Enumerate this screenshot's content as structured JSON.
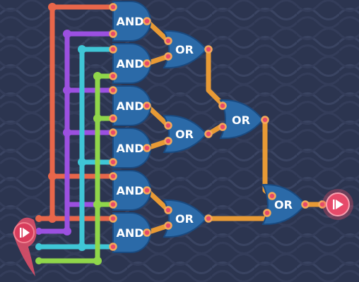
{
  "colors": {
    "background": "#2c3550",
    "pattern": "#3a4462",
    "gate_fill": "#2b6aa8",
    "gate_stroke": "#1a4a80",
    "wire_orange": "#e89a35",
    "wire_red": "#e8664a",
    "wire_purple": "#9b50e0",
    "wire_cyan": "#3fc6d6",
    "wire_green": "#8fd64a",
    "pin": "#e64a6a",
    "pin_outline": "#f3a85a",
    "output_node": "#e8506a"
  },
  "gates": [
    {
      "name": "and-gate-1",
      "label": "AND"
    },
    {
      "name": "and-gate-2",
      "label": "AND"
    },
    {
      "name": "and-gate-3",
      "label": "AND"
    },
    {
      "name": "and-gate-4",
      "label": "AND"
    },
    {
      "name": "and-gate-5",
      "label": "AND"
    },
    {
      "name": "and-gate-6",
      "label": "AND"
    },
    {
      "name": "or-gate-1",
      "label": "OR"
    },
    {
      "name": "or-gate-2",
      "label": "OR"
    },
    {
      "name": "or-gate-3",
      "label": "OR"
    },
    {
      "name": "or-gate-4",
      "label": "OR"
    },
    {
      "name": "or-gate-5",
      "label": "OR"
    }
  ],
  "input_node": {
    "icon": "play-icon"
  },
  "output_node": {
    "icon": "play-icon"
  }
}
